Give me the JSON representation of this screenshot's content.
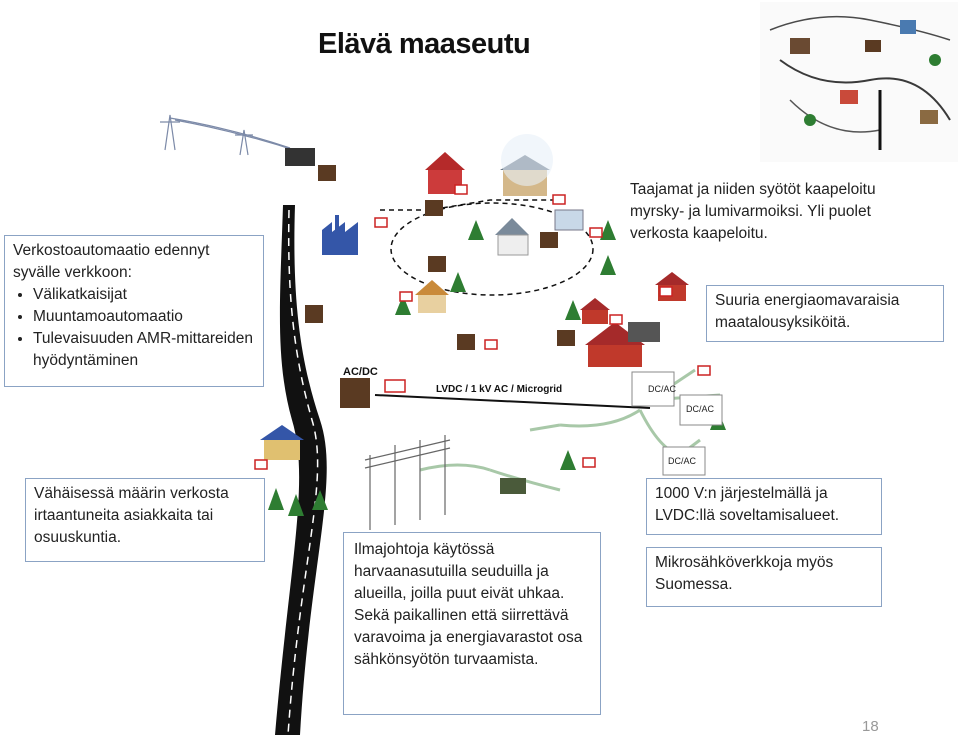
{
  "title": "Elävä maaseutu",
  "left_box": {
    "intro": "Verkostoautomaatio edennyt syvälle verkkoon:",
    "bullets": [
      "Välikatkaisijat",
      "Muuntamoautomaatio",
      "Tulevaisuuden AMR-mittareiden hyödyntäminen"
    ]
  },
  "top_box": "Taajamat ja niiden syötöt kaapeloitu myrsky- ja lumivarmoiksi. Yli puolet verkosta kaapeloitu.",
  "farm_box": "Suuria energiaomavaraisia maatalousyksiköitä.",
  "isolated_box": "Vähäisessä määrin verkosta irtaantuneita asiakkaita tai osuuskuntia.",
  "overhead_box": "Ilmajohtoja käytössä harvaanasutuilla seuduilla ja alueilla, joilla puut eivät uhkaa. Sekä paikallinen että siirrettävä varavoima ja energiavarastot osa sähkönsyötön turvaamista.",
  "lvdc_box": "1000 V:n järjestelmällä ja LVDC:llä soveltamisalueet.",
  "micro_box": "Mikrosähköverkkoja myös Suomessa.",
  "labels": {
    "acdc": "AC/DC",
    "lvdc_line": "LVDC / 1 kV AC / Microgrid",
    "dcac1": "DC/AC",
    "dcac2": "DC/AC",
    "dcac3": "DC/AC"
  },
  "page_number": "18",
  "colors": {
    "box_border": "#8ba3c4",
    "road": "#111111",
    "cable": "#a8c8a8",
    "tree": "#2e7d32",
    "substation": "#5a3a22"
  }
}
